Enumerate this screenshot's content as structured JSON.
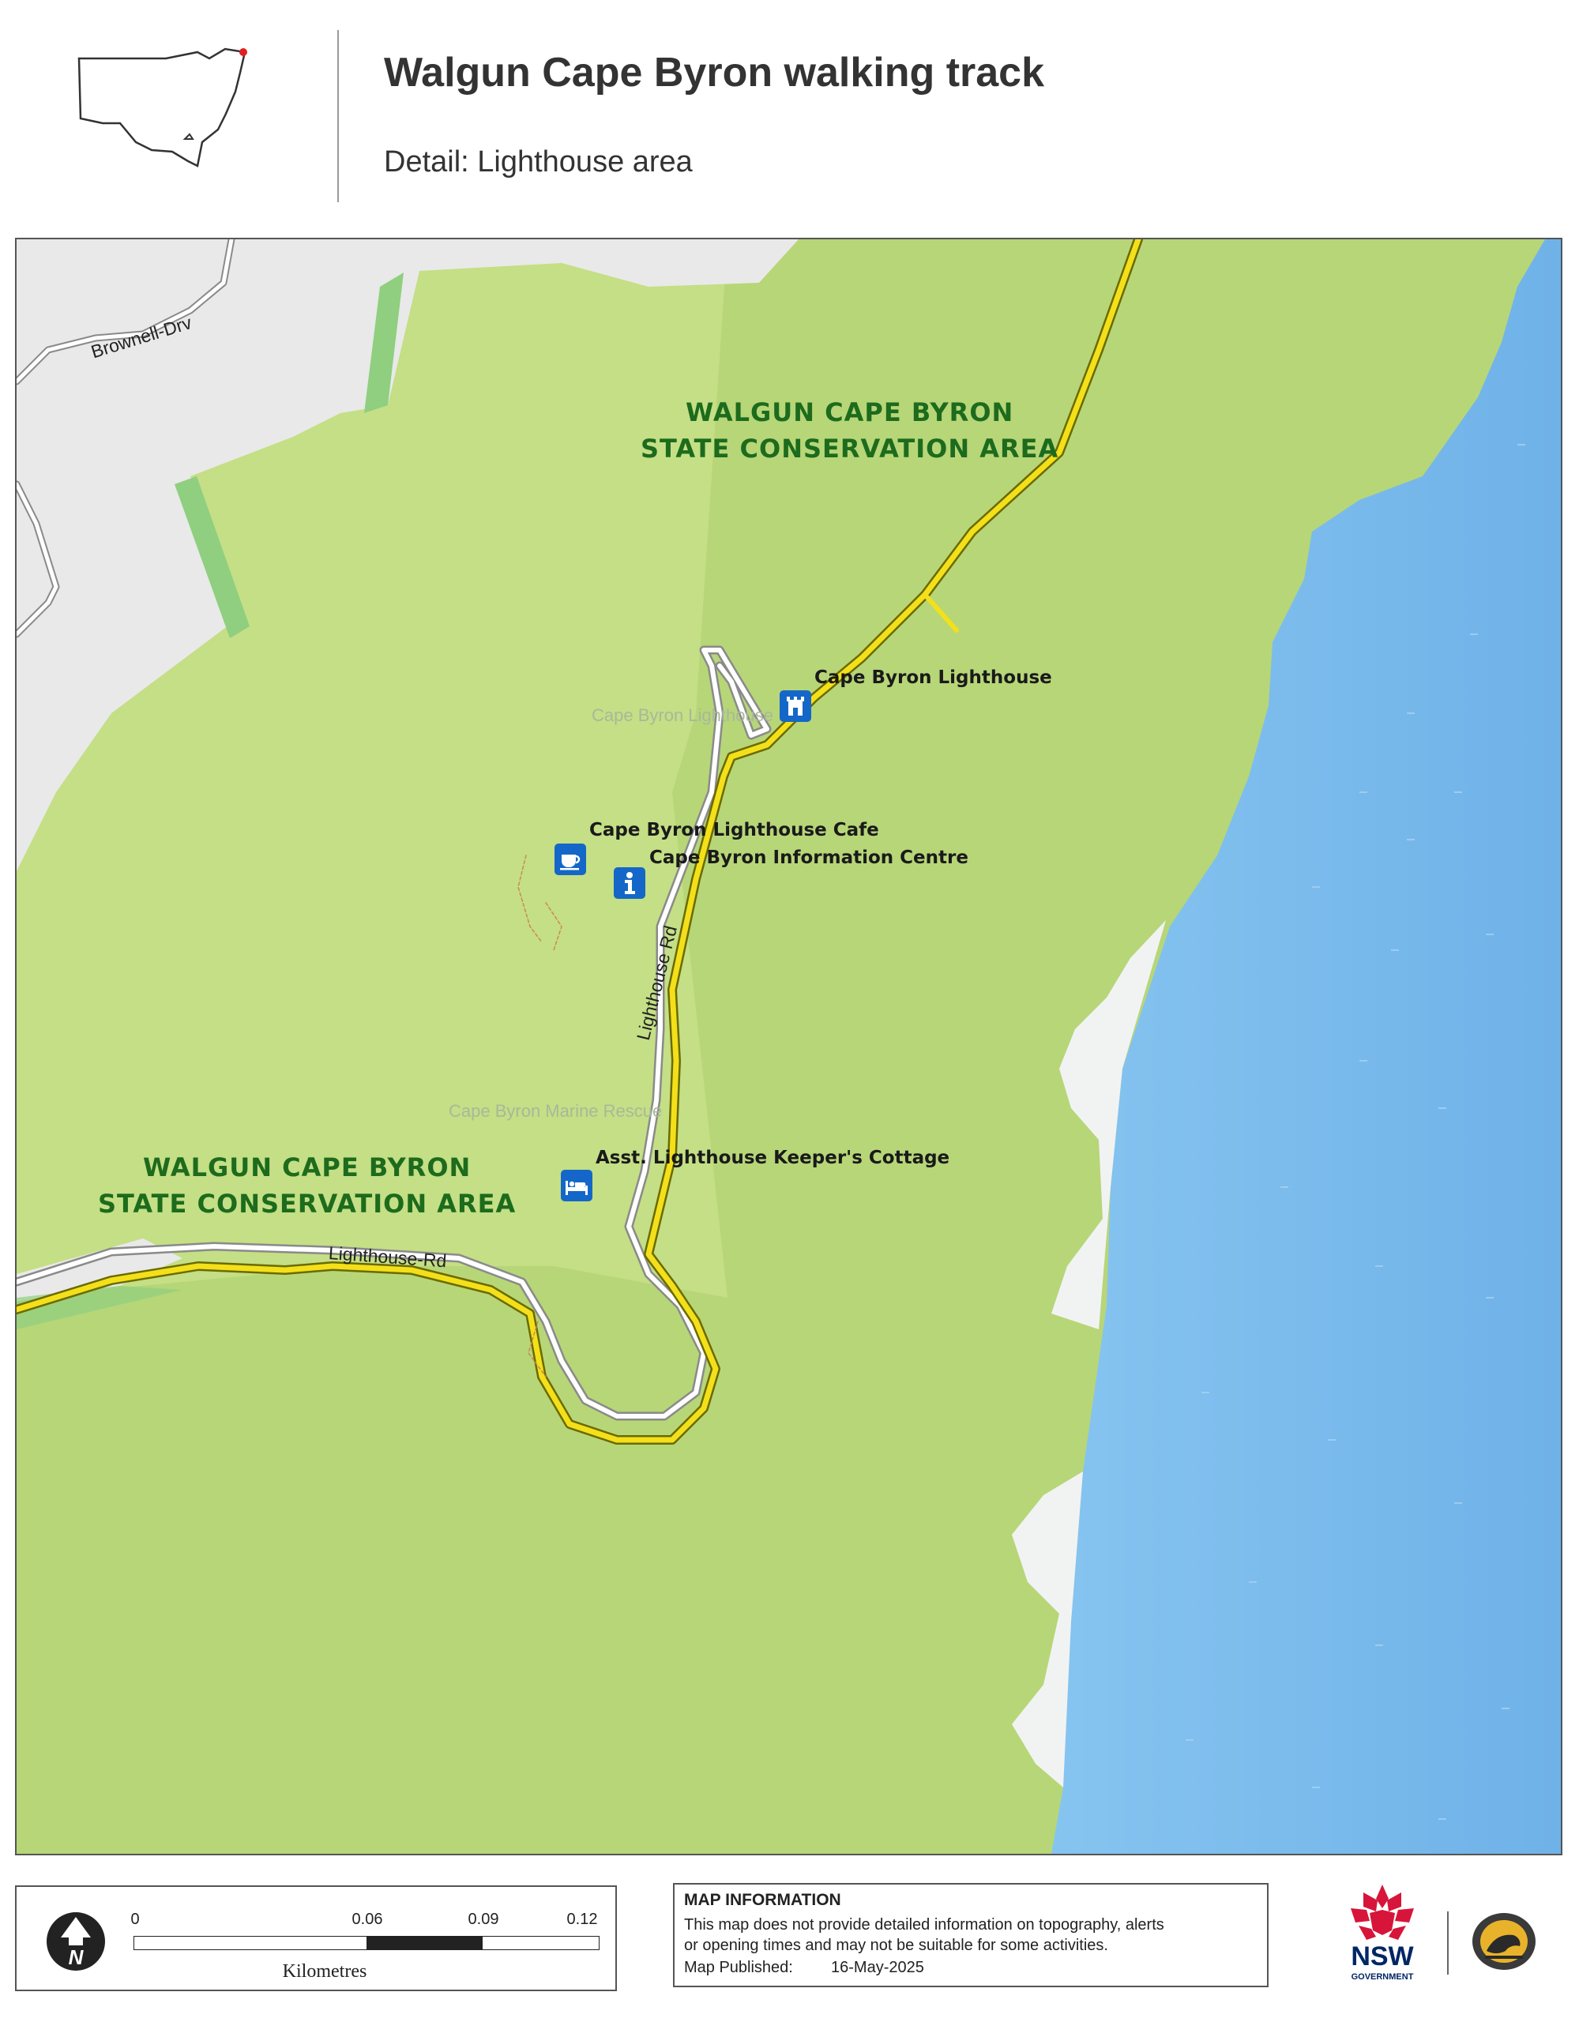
{
  "header": {
    "title": "Walgun Cape Byron walking track",
    "subtitle": "Detail: Lighthouse area"
  },
  "map": {
    "areas": [
      {
        "name": "WALGUN CAPE BYRON",
        "name2": "STATE CONSERVATION AREA"
      },
      {
        "name": "WALGUN CAPE BYRON",
        "name2": "STATE CONSERVATION AREA"
      }
    ],
    "roads": [
      "Brownell-Drv",
      "Lighthouse Rd",
      "Lighthouse-Rd"
    ],
    "pois": [
      {
        "label": "Cape Byron Lighthouse",
        "icon": "lighthouse-icon"
      },
      {
        "label": "Cape Byron Lighthouse Cafe",
        "icon": "cafe-icon"
      },
      {
        "label": "Cape Byron Information Centre",
        "icon": "information-icon"
      },
      {
        "label": "Asst. Lighthouse Keeper's Cottage",
        "icon": "accommodation-icon"
      }
    ],
    "faint_labels": [
      "Cape Byron Lighthouse",
      "Cape Byron Marine Rescue"
    ],
    "colors": {
      "land": "#c4df85",
      "land_dark": "#b7d678",
      "urban": "#e9e9e9",
      "water": "#79bbee",
      "sand": "#f1f3f3",
      "track": "#f4e01a"
    }
  },
  "scale": {
    "ticks": [
      "0",
      "0.06",
      "0.09",
      "0.12"
    ],
    "unit": "Kilometres"
  },
  "info": {
    "heading": "MAP INFORMATION",
    "line1": "This map does not provide detailed information on topography, alerts",
    "line2": "or opening times and may not be suitable for some activities.",
    "published_label": "Map Published:",
    "published_date": "16-May-2025"
  },
  "logos": {
    "nsw_text": "NSW",
    "nsw_sub": "GOVERNMENT"
  }
}
